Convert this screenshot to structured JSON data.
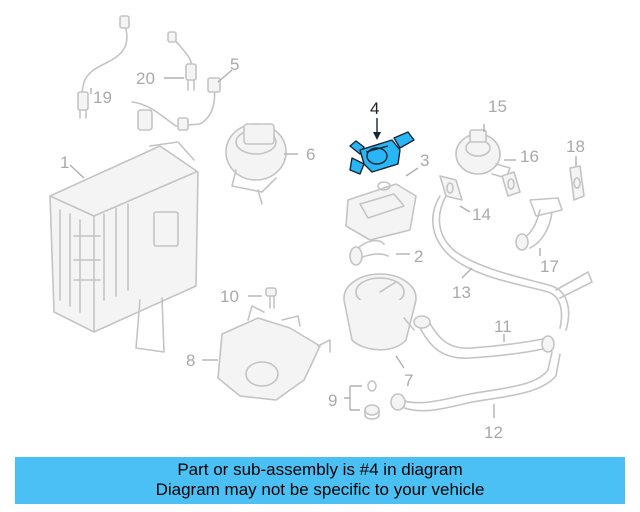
{
  "diagram": {
    "highlighted_part": "4",
    "callouts": [
      "1",
      "2",
      "3",
      "4",
      "5",
      "6",
      "7",
      "8",
      "9",
      "10",
      "11",
      "12",
      "13",
      "14",
      "15",
      "16",
      "17",
      "18",
      "19",
      "20"
    ]
  },
  "banner": {
    "line1": "Part or sub-assembly is #4 in diagram",
    "line2": "Diagram may not be specific to your vehicle",
    "background": "#4ac0f5"
  },
  "colors": {
    "highlight": "#29b6f6",
    "parts_outline": "#c4c4c4",
    "callout_text": "#a9a9a9"
  }
}
